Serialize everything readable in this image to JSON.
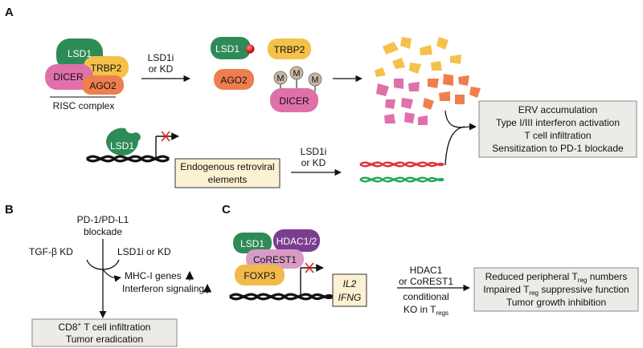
{
  "panels": {
    "a": {
      "label": "A",
      "complex": {
        "lsd1": "LSD1",
        "trbp2": "TRBP2",
        "dicer": "DICER",
        "ago2": "AGO2",
        "risc_label": "RISC complex"
      },
      "treatment_1": [
        "LSD1i",
        "or KD"
      ],
      "after": {
        "lsd1": "LSD1",
        "trbp2": "TRBP2",
        "ago2": "AGO2",
        "dicer": "DICER",
        "methyl": "M"
      },
      "lsd1_chromatin": "LSD1",
      "erv_box": [
        "Endogenous retroviral",
        "elements"
      ],
      "treatment_2": [
        "LSD1i",
        "or KD"
      ],
      "outcomes": [
        "ERV accumulation",
        "Type I/III interferon activation",
        "T cell infiltration",
        "Sensitization to PD-1 blockade"
      ]
    },
    "b": {
      "label": "B",
      "pd1": [
        "PD-1/PD-L1",
        "blockade"
      ],
      "tgfb": "TGF-β KD",
      "lsd1i": "LSD1i or KD",
      "mhc": "MHC-I genes",
      "ifn": "Interferon signaling",
      "outcome_1_main": "CD8",
      "outcome_1_sup": "+",
      "outcome_1_rest": " T cell infiltration",
      "outcome_2": "Tumor eradication"
    },
    "c": {
      "label": "C",
      "lsd1": "LSD1",
      "hdac": "HDAC1/2",
      "corest": "CoREST1",
      "foxp3": "FOXP3",
      "genes": [
        "IL2",
        "IFNG"
      ],
      "treatment": [
        "HDAC1",
        "or CoREST1",
        "conditional"
      ],
      "ko_main": "KO in T",
      "ko_sub": "regs",
      "out1_a": "Reduced peripheral T",
      "out1_sub": "reg",
      "out1_b": " numbers",
      "out2_a": "Impaired T",
      "out2_sub": "reg",
      "out2_b": " suppressive function",
      "out3": "Tumor growth inhibition"
    }
  },
  "colors": {
    "lsd1": "#2e8b57",
    "trbp2": "#f4c24a",
    "dicer": "#e070aa",
    "ago2": "#ef7e4f",
    "methyl": "#c8b8a6",
    "hdac": "#7a3d8f",
    "corest": "#d99bc6",
    "foxp3": "#f2b94b",
    "box_outcome": "#ecebe7",
    "box_erv": "#fcf1d2",
    "red_mark": "#e02020",
    "dna_red": "#e0303a",
    "dna_green": "#1fa85a"
  }
}
